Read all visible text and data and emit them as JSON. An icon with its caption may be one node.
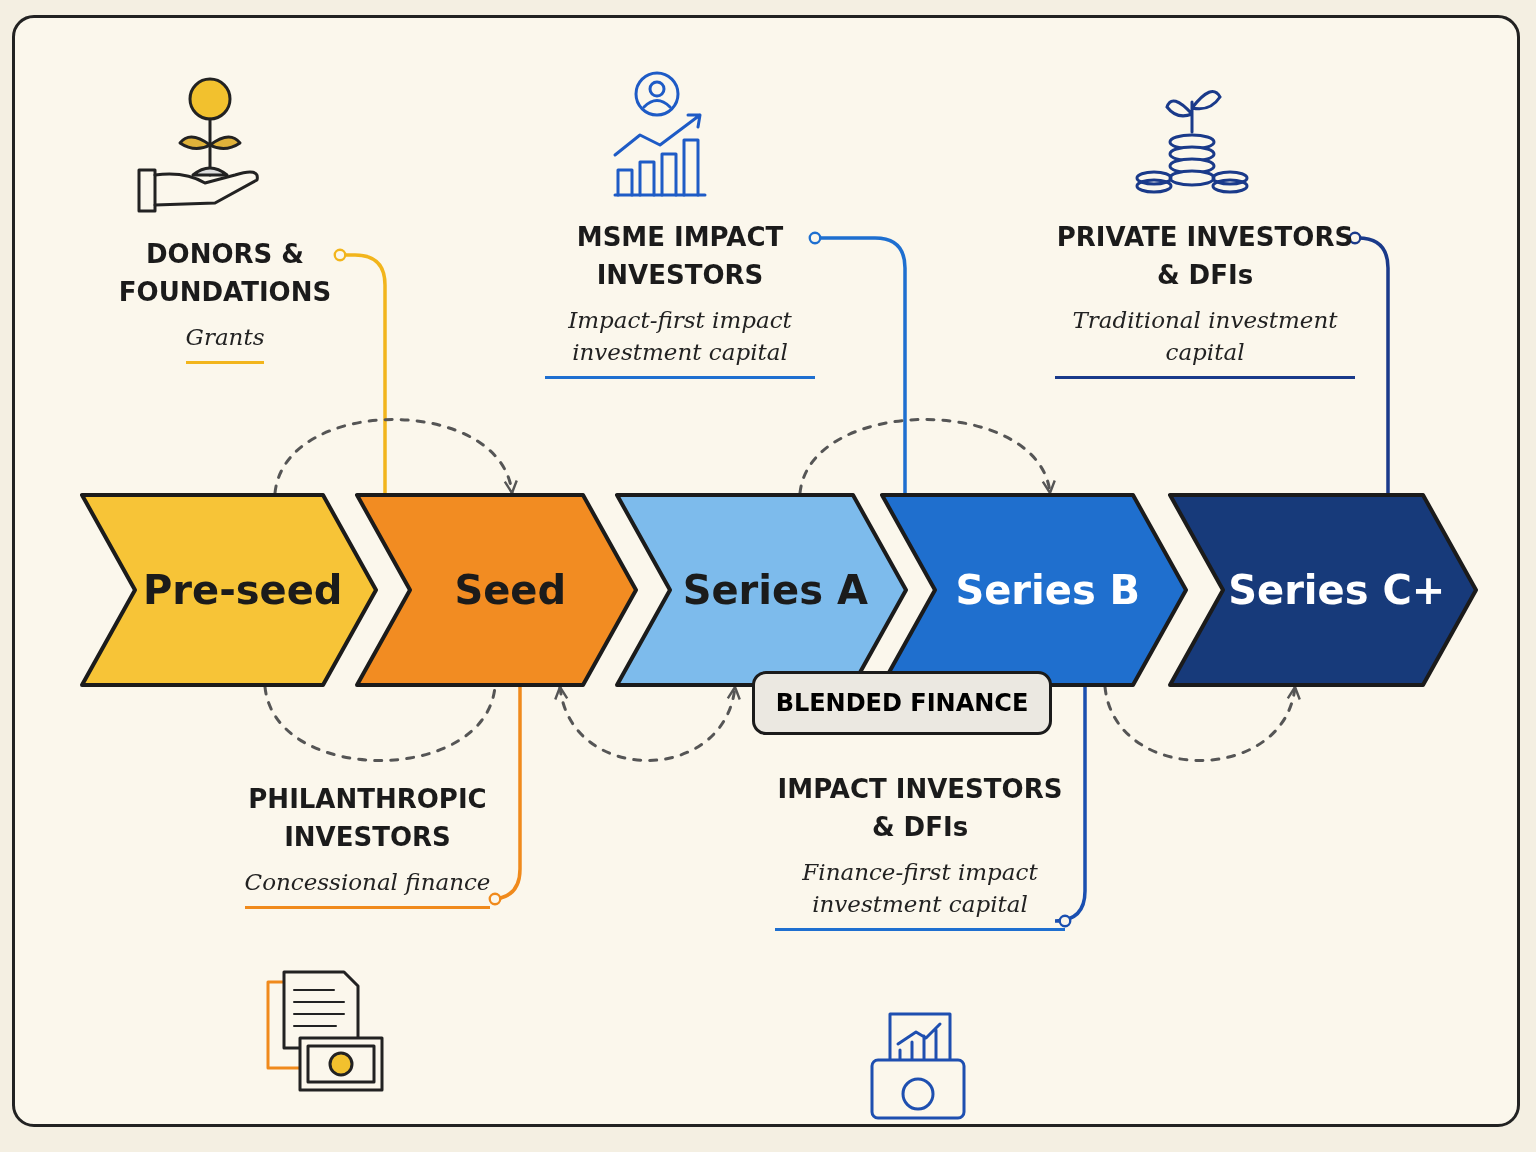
{
  "diagram": {
    "nodes": [
      {
        "text": [
          "DONORS & FOUNDATIONS",
          "Grants"
        ]
      },
      {
        "text": [
          "MSME IMPACT INVESTORS",
          "Impact-first impact investment capital"
        ]
      },
      {
        "text": [
          "PRIVATE INVESTORS & DFIs",
          "Traditional investment capital"
        ]
      },
      {
        "text": [
          "Pre-seed"
        ]
      },
      {
        "text": [
          "Seed"
        ]
      },
      {
        "text": [
          "Series A"
        ]
      },
      {
        "text": [
          "Series B"
        ]
      },
      {
        "text": [
          "Series C+"
        ]
      },
      {
        "text": [
          "BLENDED FINANCE"
        ]
      },
      {
        "text": [
          "PHILANTHROPIC INVESTORS",
          "Concessional finance"
        ]
      },
      {
        "text": [
          "IMPACT INVESTORS & DFIs",
          "Finance-first impact investment capital"
        ]
      }
    ],
    "edges": [
      {
        "from": 0,
        "to": 4,
        "arrow": "other",
        "color": "#f2b51c"
      },
      {
        "from": 1,
        "to": 6,
        "arrow": "other",
        "color": "#1e6fd0"
      },
      {
        "from": 2,
        "to": 7,
        "arrow": "other",
        "color": "#1a3a8a"
      },
      {
        "from": 9,
        "to": 4,
        "arrow": "other",
        "color": "#f08a1c"
      },
      {
        "from": 10,
        "to": 6,
        "arrow": "other",
        "color": "#1a4fb0"
      },
      {
        "from": 3,
        "to": 4,
        "arrow": "to",
        "style": "dashed",
        "color": "#555555"
      },
      {
        "from": 3,
        "to": 4,
        "arrow": "none",
        "style": "dashed",
        "color": "#555555"
      },
      {
        "from": 4,
        "to": 5,
        "arrow": "both",
        "style": "dashed",
        "color": "#555555"
      },
      {
        "from": 5,
        "to": 6,
        "arrow": "to",
        "style": "dashed",
        "color": "#555555"
      },
      {
        "from": 6,
        "to": 7,
        "arrow": "to",
        "style": "dashed",
        "color": "#555555"
      }
    ]
  }
}
